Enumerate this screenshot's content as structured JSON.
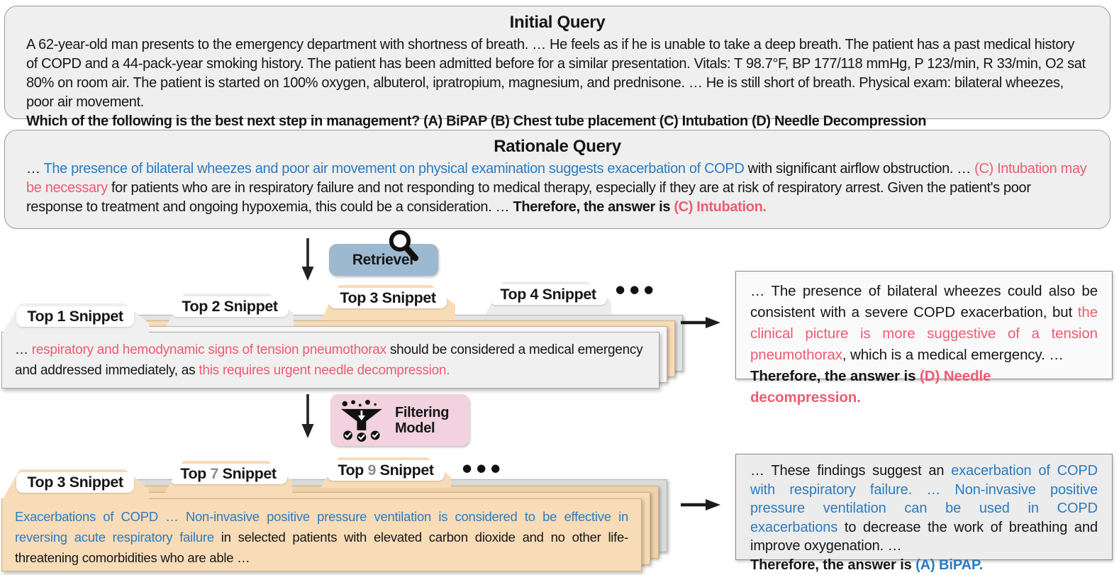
{
  "colors": {
    "red": "#ed5c71",
    "blue": "#2b7bc0",
    "peach": "#f8dcb8",
    "folder_gray": "#ececec",
    "box_gray": "#efefef",
    "retriever_blue": "#9cb9cf",
    "filter_pink": "#f1d2de",
    "num_gray": "#8e8e8e",
    "answer1_bg": "#fafafa",
    "answer2_bg": "#ececec"
  },
  "initial_query": {
    "title": "Initial Query",
    "body": "A 62-year-old man presents to the emergency department with shortness of breath. … He feels as if he is unable to take a deep breath. The patient has a past medical history of COPD and a 44-pack-year smoking history. The patient has been admitted before for a similar presentation. Vitals: T 98.7°F, BP 177/118 mmHg, P 123/min, R 33/min, O2 sat 80% on room air. The patient is started on 100% oxygen, albuterol, ipratropium, magnesium, and prednisone. … He is still short of breath. Physical exam: bilateral wheezes, poor air movement.",
    "question": "Which of the following is the best next step in management? (A) BiPAP (B) Chest tube placement (C) Intubation (D) Needle Decompression"
  },
  "rationale_query": {
    "title": "Rationale Query",
    "segments": [
      {
        "t": "… "
      },
      {
        "t": "The presence of bilateral wheezes and poor air movement on physical examination suggests exacerbation of COPD",
        "s": "blue"
      },
      {
        "t": " with significant airflow obstruction. …  "
      },
      {
        "t": "(C) Intubation may be necessary",
        "s": "red"
      },
      {
        "t": " for patients who are in respiratory failure and not responding to medical therapy, especially if they are at risk of respiratory arrest. Given the patient's poor response to treatment and ongoing hypoxemia, this could be a consideration. … "
      },
      {
        "t": "Therefore, the answer is ",
        "s": "b"
      },
      {
        "t": "(C) Intubation.",
        "s": "b red"
      }
    ]
  },
  "retriever": {
    "label": "Retriever",
    "icon": "magnifier-icon"
  },
  "filtering_model": {
    "label": "Filtering Model",
    "icon": "funnel-icon"
  },
  "ellipsis_glyph": "●●●",
  "stack1": {
    "tabs": [
      {
        "folder": "body-gray",
        "parts": [
          {
            "t": "Top 1 Snippet"
          }
        ]
      },
      {
        "folder": "gray",
        "parts": [
          {
            "t": "Top 2 Snippet"
          }
        ]
      },
      {
        "folder": "peach",
        "parts": [
          {
            "t": "Top 3 Snippet"
          }
        ]
      },
      {
        "folder": "gray",
        "parts": [
          {
            "t": "Top 4 Snippet"
          }
        ]
      }
    ],
    "body_segments": [
      {
        "t": "… "
      },
      {
        "t": "respiratory and hemodynamic signs of tension pneumothorax",
        "s": "red"
      },
      {
        "t": " should be considered a medical emergency and addressed immediately, as "
      },
      {
        "t": "this requires urgent needle decompression.",
        "s": "red"
      }
    ]
  },
  "stack2": {
    "tabs": [
      {
        "folder": "peach",
        "parts": [
          {
            "t": "Top 3 Snippet"
          }
        ]
      },
      {
        "folder": "peach",
        "parts": [
          {
            "t": "Top "
          },
          {
            "t": "7",
            "s": "gray"
          },
          {
            "t": " Snippet"
          }
        ]
      },
      {
        "folder": "peach",
        "parts": [
          {
            "t": "Top "
          },
          {
            "t": "9",
            "s": "gray"
          },
          {
            "t": " Snippet"
          }
        ]
      }
    ],
    "body_segments": [
      {
        "t": "Exacerbations of COPD … Non-invasive positive pressure ventilation is considered to be effective in reversing acute respiratory failure",
        "s": "blue"
      },
      {
        "t": " in selected patients with elevated carbon dioxide and no other life-threatening comorbidities who are able …"
      }
    ]
  },
  "answer1": {
    "segments": [
      {
        "t": "… The presence of bilateral wheezes could also be consistent with a severe COPD exacerbation, but "
      },
      {
        "t": "the clinical picture is more suggestive of a tension pneumothorax",
        "s": "red"
      },
      {
        "t": ", which is a medical emergency. …"
      }
    ],
    "therefore": [
      {
        "t": "Therefore, the answer is ",
        "s": "b"
      },
      {
        "t": "(D) Needle decompression.",
        "s": "b red"
      }
    ]
  },
  "answer2": {
    "segments": [
      {
        "t": "… These findings suggest an "
      },
      {
        "t": "exacerbation of COPD with respiratory failure. … Non-invasive positive pressure ventilation can be used in COPD exacerbations",
        "s": "blue"
      },
      {
        "t": " to decrease the work of breathing and improve oxygenation. …"
      }
    ],
    "therefore": [
      {
        "t": "Therefore, the answer is ",
        "s": "b"
      },
      {
        "t": "(A) BiPAP.",
        "s": "b blue"
      }
    ]
  }
}
